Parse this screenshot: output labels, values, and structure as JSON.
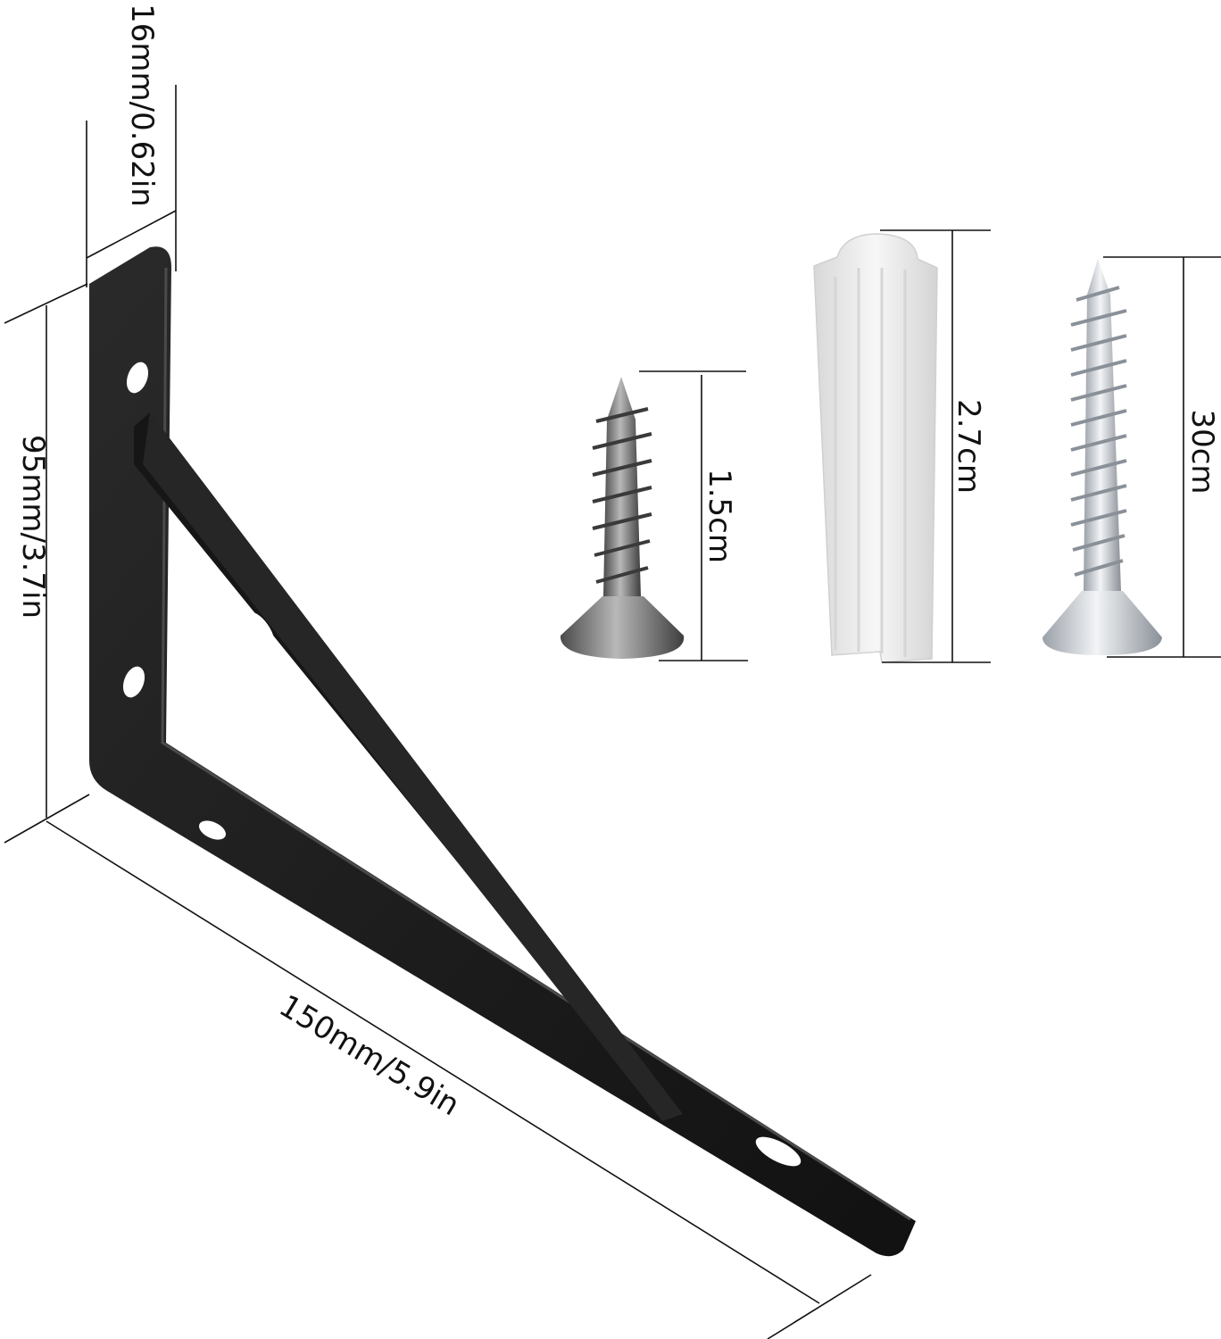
{
  "colors": {
    "background": "#ffffff",
    "bracket": "#1c1c1c",
    "bracket_edge": "#3a3a3a",
    "dimension_line": "#111111",
    "screw_dark": "#6e6e6e",
    "screw_light": "#d9dce0",
    "anchor": "#eeeeee"
  },
  "bracket": {
    "thickness_label": "16mm/0.62in",
    "height_label": "95mm/3.7in",
    "length_label": "150mm/5.9in"
  },
  "hardware": {
    "short_screw": {
      "length_label": "1.5cm"
    },
    "wall_anchor": {
      "length_label": "2.7cm"
    },
    "long_screw": {
      "length_label": "30cm"
    }
  }
}
